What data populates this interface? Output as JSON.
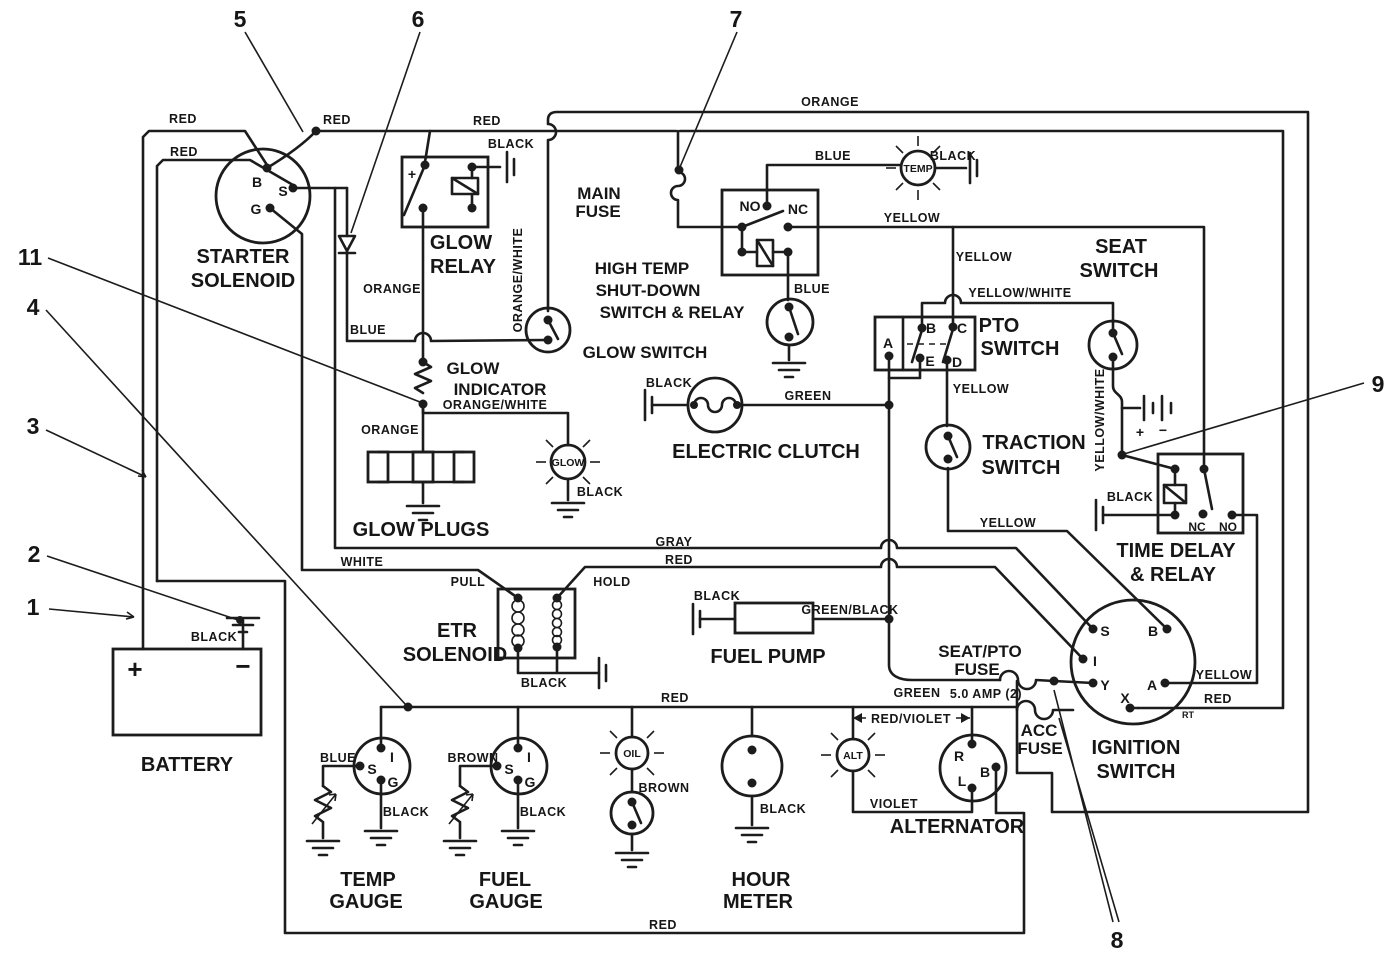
{
  "diagram": {
    "callouts": {
      "n1": "1",
      "n2": "2",
      "n3": "3",
      "n4": "4",
      "n5": "5",
      "n6": "6",
      "n7": "7",
      "n8": "8",
      "n9": "9",
      "n11": "11"
    },
    "wire_labels": {
      "red": "RED",
      "orange": "ORANGE",
      "blue": "BLUE",
      "black": "BLACK",
      "yellow": "YELLOW",
      "yellow_white": "YELLOW/WHITE",
      "orange_white": "ORANGE/WHITE",
      "gray": "GRAY",
      "white": "WHITE",
      "green": "GREEN",
      "green_black": "GREEN/BLACK",
      "red_violet": "RED/VIOLET",
      "violet": "VIOLET",
      "brown": "BROWN",
      "amp_rating": "5.0 AMP (2)",
      "rt": "RT"
    },
    "terminals": {
      "b": "B",
      "s": "S",
      "g": "G",
      "i": "I",
      "y": "Y",
      "a": "A",
      "x": "X",
      "c": "C",
      "d": "D",
      "e": "E",
      "r": "R",
      "l": "L",
      "no": "NO",
      "nc": "NC",
      "plus": "+",
      "minus": "−",
      "pull": "PULL",
      "hold": "HOLD"
    },
    "components": {
      "starter_solenoid_1": "STARTER",
      "starter_solenoid_2": "SOLENOID",
      "glow_relay_1": "GLOW",
      "glow_relay_2": "RELAY",
      "glow_switch": "GLOW SWITCH",
      "glow_indicator_1": "GLOW",
      "glow_indicator_2": "INDICATOR",
      "glow_plugs": "GLOW PLUGS",
      "glow_lamp": "GLOW",
      "main_fuse_1": "MAIN",
      "main_fuse_2": "FUSE",
      "high_temp_1": "HIGH TEMP",
      "high_temp_2": "SHUT-DOWN",
      "high_temp_3": "SWITCH & RELAY",
      "temp_lamp": "TEMP",
      "seat_switch_1": "SEAT",
      "seat_switch_2": "SWITCH",
      "pto_switch_1": "PTO",
      "pto_switch_2": "SWITCH",
      "electric_clutch": "ELECTRIC CLUTCH",
      "traction_switch_1": "TRACTION",
      "traction_switch_2": "SWITCH",
      "time_delay_1": "TIME DELAY",
      "time_delay_2": "& RELAY",
      "etr_solenoid_1": "ETR",
      "etr_solenoid_2": "SOLENOID",
      "fuel_pump": "FUEL PUMP",
      "seat_pto_fuse_1": "SEAT/PTO",
      "seat_pto_fuse_2": "FUSE",
      "acc_fuse_1": "ACC",
      "acc_fuse_2": "FUSE",
      "ignition_switch_1": "IGNITION",
      "ignition_switch_2": "SWITCH",
      "battery": "BATTERY",
      "temp_gauge_1": "TEMP",
      "temp_gauge_2": "GAUGE",
      "fuel_gauge_1": "FUEL",
      "fuel_gauge_2": "GAUGE",
      "oil_lamp": "OIL",
      "hour_meter_1": "HOUR",
      "hour_meter_2": "METER",
      "alt_lamp": "ALT",
      "alternator": "ALTERNATOR"
    },
    "colors": {
      "line": "#1c1c1c",
      "background": "#ffffff"
    }
  }
}
